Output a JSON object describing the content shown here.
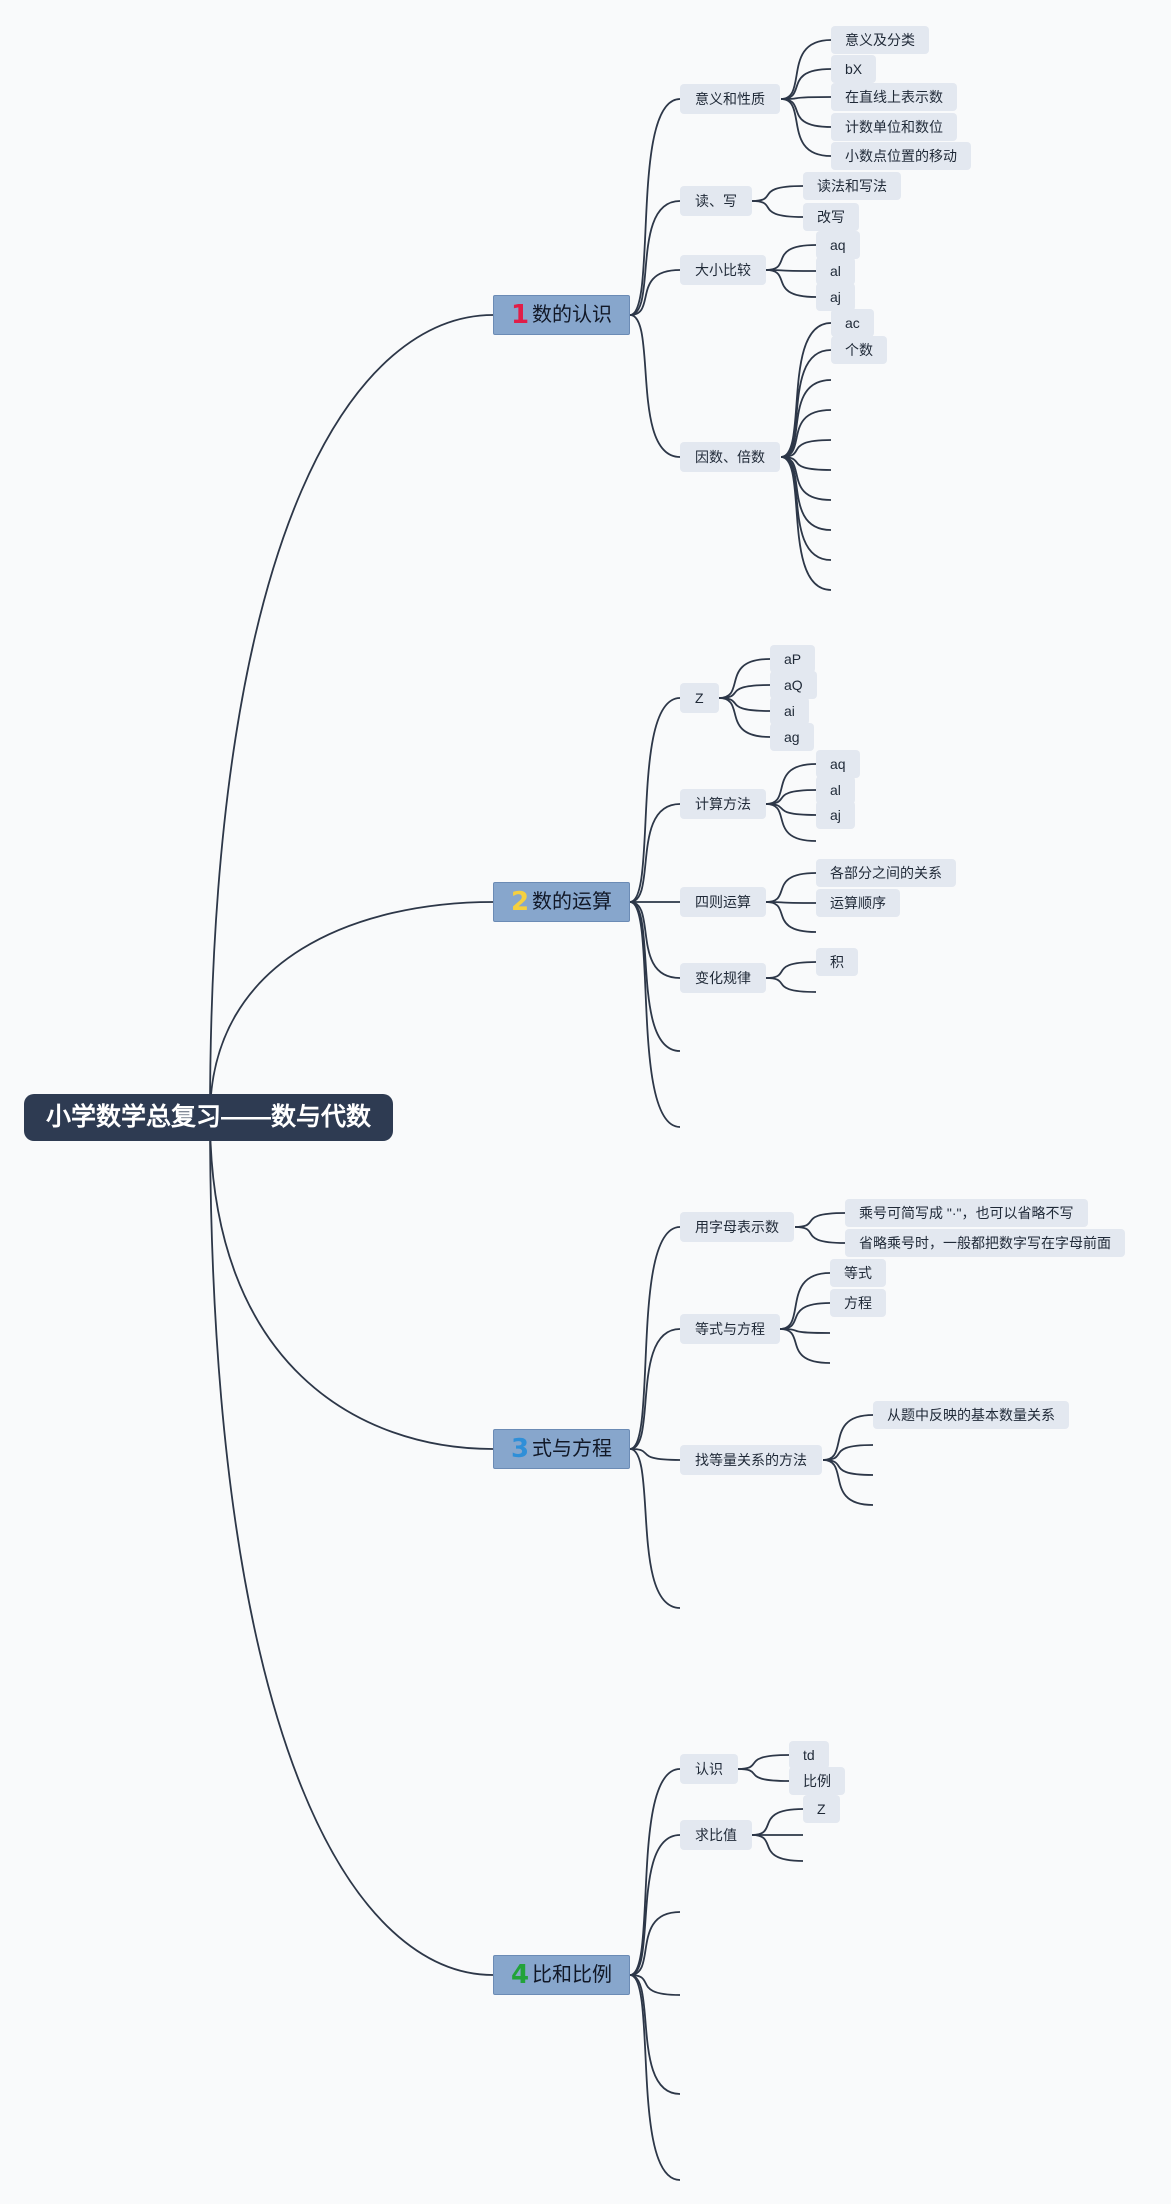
{
  "root": {
    "label": "小学数学总复习——数与代数"
  },
  "branches": [
    {
      "number": "1",
      "number_color": "#e11d48",
      "label": "数的认识",
      "subs": [
        {
          "label": "意义和性质",
          "leaves": [
            "意义及分类",
            "bX",
            "在直线上表示数",
            "计数单位和数位",
            "小数点位置的移动"
          ]
        },
        {
          "label": "读、写",
          "leaves": [
            "读法和写法",
            "改写"
          ]
        },
        {
          "label": "大小比较",
          "leaves": [
            "aq",
            "al",
            "aj"
          ]
        },
        {
          "label": "因数、倍数",
          "leaves": [
            "ac",
            "个数"
          ]
        }
      ]
    },
    {
      "number": "2",
      "number_color": "#f5d040",
      "label": "数的运算",
      "subs": [
        {
          "label": "Z",
          "leaves": [
            "aP",
            "aQ",
            "ai",
            "ag"
          ]
        },
        {
          "label": "计算方法",
          "leaves": [
            "aq",
            "al",
            "aj"
          ]
        },
        {
          "label": "四则运算",
          "leaves": [
            "各部分之间的关系",
            "运算顺序"
          ]
        },
        {
          "label": "变化规律",
          "leaves": [
            "积"
          ]
        }
      ]
    },
    {
      "number": "3",
      "number_color": "#2f8fd8",
      "label": "式与方程",
      "subs": [
        {
          "label": "用字母表示数",
          "leaves": [
            "乘号可简写成 \"·\"，也可以省略不写",
            "省略乘号时，一般都把数字写在字母前面"
          ]
        },
        {
          "label": "等式与方程",
          "leaves": [
            "等式",
            "方程"
          ]
        },
        {
          "label": "找等量关系的方法",
          "leaves": [
            "从题中反映的基本数量关系"
          ]
        }
      ]
    },
    {
      "number": "4",
      "number_color": "#22a33a",
      "label": "比和比例",
      "subs": [
        {
          "label": "认识",
          "leaves": [
            "td",
            "比例"
          ]
        },
        {
          "label": "求比值",
          "leaves": [
            "Z"
          ]
        }
      ]
    }
  ]
}
